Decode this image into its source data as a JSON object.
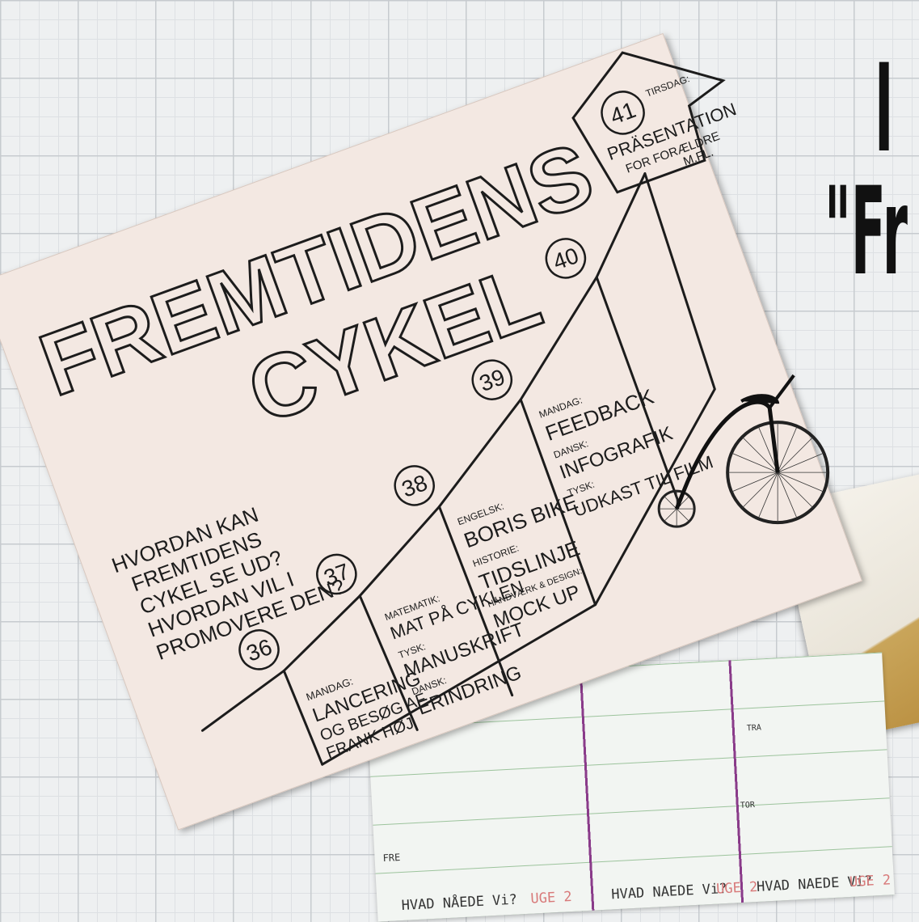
{
  "background": {
    "title_top": "I",
    "title_bottom": "\"Fr"
  },
  "poster": {
    "title_line1": "FREMTIDENS",
    "title_line2": "CYKEL",
    "question": [
      "HVORDAN KAN",
      "FREMTIDENS",
      "CYKEL SE UD?",
      "HVORDAN VIL I",
      "PROMOVERE DEN?"
    ],
    "week36": {
      "number": "36",
      "day": "MANDAG:",
      "lines": [
        "LANCERING",
        "OG BESØG AF",
        "FRANK HØJ"
      ]
    },
    "week37": {
      "number": "37"
    },
    "week38": {
      "number": "38",
      "subject1": "MATEMATIK:",
      "text1": "MAT PÅ CYKLEN",
      "subject2": "TYSK:",
      "text2": "MANUSKRIFT",
      "subject3": "DANSK:",
      "text3": "ERINDRING"
    },
    "week39": {
      "number": "39",
      "subject1": "ENGELSK:",
      "text1": "BORIS BIKE",
      "subject2": "HISTORIE:",
      "text2": "TIDSLINJE",
      "subject3": "HÅNDVÆRK & DESIGN:",
      "text3": "MOCK UP"
    },
    "week40": {
      "number": "40",
      "subject1": "MANDAG:",
      "text1": "FEEDBACK",
      "subject2": "DANSK:",
      "text2": "INFOGRAFIK",
      "subject3": "TYSK:",
      "text3": "UDKAST TIL FILM"
    },
    "week41": {
      "number": "41",
      "day": "TIRSDAG:",
      "lines": [
        "PRÄSENTATION",
        "FOR FORÆLDRE",
        "M.FL."
      ]
    },
    "bicycle": "penny-farthing-bicycle-icon"
  },
  "bottom_photo": {
    "row1_col1": "HVAD NÅEDE Vi?",
    "row1_uge1": "UGE 2",
    "row1_col2": "HVAD NAEDE Vi?",
    "row1_uge2": "UGE 2",
    "row1_col3": "HVAD NAEDE Vi?",
    "row1_uge3": "UGE 2",
    "label_fre": "FRE",
    "label_tor": "TOR",
    "label_tra": "TRA"
  }
}
